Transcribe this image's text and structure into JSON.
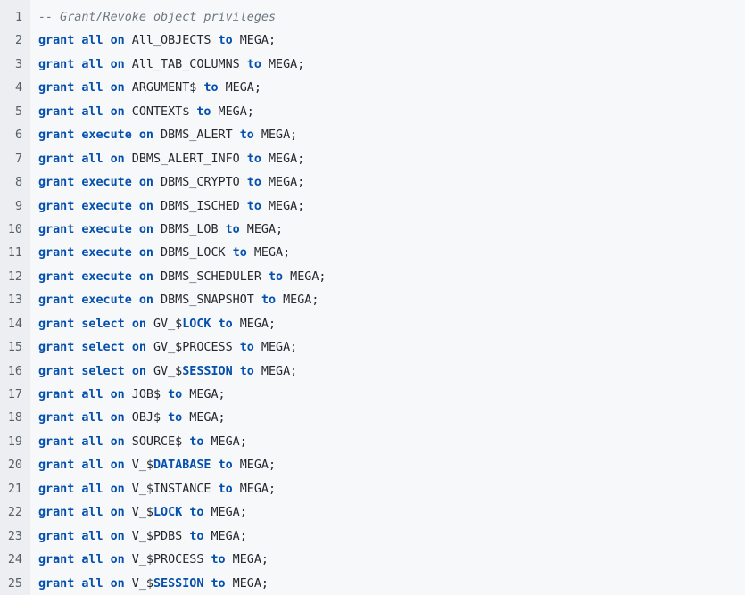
{
  "lines": [
    {
      "n": "1",
      "tokens": [
        {
          "c": "comment",
          "t": "-- Grant/Revoke object privileges"
        }
      ]
    },
    {
      "n": "2",
      "tokens": [
        {
          "c": "kw",
          "t": "grant"
        },
        {
          "c": "id",
          "t": " "
        },
        {
          "c": "kw",
          "t": "all"
        },
        {
          "c": "id",
          "t": " "
        },
        {
          "c": "kw",
          "t": "on"
        },
        {
          "c": "id",
          "t": " All_OBJECTS "
        },
        {
          "c": "kw",
          "t": "to"
        },
        {
          "c": "id",
          "t": " MEGA;"
        }
      ]
    },
    {
      "n": "3",
      "tokens": [
        {
          "c": "kw",
          "t": "grant"
        },
        {
          "c": "id",
          "t": " "
        },
        {
          "c": "kw",
          "t": "all"
        },
        {
          "c": "id",
          "t": " "
        },
        {
          "c": "kw",
          "t": "on"
        },
        {
          "c": "id",
          "t": " All_TAB_COLUMNS "
        },
        {
          "c": "kw",
          "t": "to"
        },
        {
          "c": "id",
          "t": " MEGA;"
        }
      ]
    },
    {
      "n": "4",
      "tokens": [
        {
          "c": "kw",
          "t": "grant"
        },
        {
          "c": "id",
          "t": " "
        },
        {
          "c": "kw",
          "t": "all"
        },
        {
          "c": "id",
          "t": " "
        },
        {
          "c": "kw",
          "t": "on"
        },
        {
          "c": "id",
          "t": " ARGUMENT$ "
        },
        {
          "c": "kw",
          "t": "to"
        },
        {
          "c": "id",
          "t": " MEGA;"
        }
      ]
    },
    {
      "n": "5",
      "tokens": [
        {
          "c": "kw",
          "t": "grant"
        },
        {
          "c": "id",
          "t": " "
        },
        {
          "c": "kw",
          "t": "all"
        },
        {
          "c": "id",
          "t": " "
        },
        {
          "c": "kw",
          "t": "on"
        },
        {
          "c": "id",
          "t": " CONTEXT$ "
        },
        {
          "c": "kw",
          "t": "to"
        },
        {
          "c": "id",
          "t": " MEGA;"
        }
      ]
    },
    {
      "n": "6",
      "tokens": [
        {
          "c": "kw",
          "t": "grant"
        },
        {
          "c": "id",
          "t": " "
        },
        {
          "c": "kw",
          "t": "execute"
        },
        {
          "c": "id",
          "t": " "
        },
        {
          "c": "kw",
          "t": "on"
        },
        {
          "c": "id",
          "t": " DBMS_ALERT "
        },
        {
          "c": "kw",
          "t": "to"
        },
        {
          "c": "id",
          "t": " MEGA;"
        }
      ]
    },
    {
      "n": "7",
      "tokens": [
        {
          "c": "kw",
          "t": "grant"
        },
        {
          "c": "id",
          "t": " "
        },
        {
          "c": "kw",
          "t": "all"
        },
        {
          "c": "id",
          "t": " "
        },
        {
          "c": "kw",
          "t": "on"
        },
        {
          "c": "id",
          "t": " DBMS_ALERT_INFO "
        },
        {
          "c": "kw",
          "t": "to"
        },
        {
          "c": "id",
          "t": " MEGA;"
        }
      ]
    },
    {
      "n": "8",
      "tokens": [
        {
          "c": "kw",
          "t": "grant"
        },
        {
          "c": "id",
          "t": " "
        },
        {
          "c": "kw",
          "t": "execute"
        },
        {
          "c": "id",
          "t": " "
        },
        {
          "c": "kw",
          "t": "on"
        },
        {
          "c": "id",
          "t": " DBMS_CRYPTO "
        },
        {
          "c": "kw",
          "t": "to"
        },
        {
          "c": "id",
          "t": " MEGA;"
        }
      ]
    },
    {
      "n": "9",
      "tokens": [
        {
          "c": "kw",
          "t": "grant"
        },
        {
          "c": "id",
          "t": " "
        },
        {
          "c": "kw",
          "t": "execute"
        },
        {
          "c": "id",
          "t": " "
        },
        {
          "c": "kw",
          "t": "on"
        },
        {
          "c": "id",
          "t": " DBMS_ISCHED "
        },
        {
          "c": "kw",
          "t": "to"
        },
        {
          "c": "id",
          "t": " MEGA;"
        }
      ]
    },
    {
      "n": "10",
      "tokens": [
        {
          "c": "kw",
          "t": "grant"
        },
        {
          "c": "id",
          "t": " "
        },
        {
          "c": "kw",
          "t": "execute"
        },
        {
          "c": "id",
          "t": " "
        },
        {
          "c": "kw",
          "t": "on"
        },
        {
          "c": "id",
          "t": " DBMS_LOB "
        },
        {
          "c": "kw",
          "t": "to"
        },
        {
          "c": "id",
          "t": " MEGA;"
        }
      ]
    },
    {
      "n": "11",
      "tokens": [
        {
          "c": "kw",
          "t": "grant"
        },
        {
          "c": "id",
          "t": " "
        },
        {
          "c": "kw",
          "t": "execute"
        },
        {
          "c": "id",
          "t": " "
        },
        {
          "c": "kw",
          "t": "on"
        },
        {
          "c": "id",
          "t": " DBMS_LOCK "
        },
        {
          "c": "kw",
          "t": "to"
        },
        {
          "c": "id",
          "t": " MEGA;"
        }
      ]
    },
    {
      "n": "12",
      "tokens": [
        {
          "c": "kw",
          "t": "grant"
        },
        {
          "c": "id",
          "t": " "
        },
        {
          "c": "kw",
          "t": "execute"
        },
        {
          "c": "id",
          "t": " "
        },
        {
          "c": "kw",
          "t": "on"
        },
        {
          "c": "id",
          "t": " DBMS_SCHEDULER "
        },
        {
          "c": "kw",
          "t": "to"
        },
        {
          "c": "id",
          "t": " MEGA;"
        }
      ]
    },
    {
      "n": "13",
      "tokens": [
        {
          "c": "kw",
          "t": "grant"
        },
        {
          "c": "id",
          "t": " "
        },
        {
          "c": "kw",
          "t": "execute"
        },
        {
          "c": "id",
          "t": " "
        },
        {
          "c": "kw",
          "t": "on"
        },
        {
          "c": "id",
          "t": " DBMS_SNAPSHOT "
        },
        {
          "c": "kw",
          "t": "to"
        },
        {
          "c": "id",
          "t": " MEGA;"
        }
      ]
    },
    {
      "n": "14",
      "tokens": [
        {
          "c": "kw",
          "t": "grant"
        },
        {
          "c": "id",
          "t": " "
        },
        {
          "c": "kw",
          "t": "select"
        },
        {
          "c": "id",
          "t": " "
        },
        {
          "c": "kw",
          "t": "on"
        },
        {
          "c": "id",
          "t": " GV_$"
        },
        {
          "c": "kw",
          "t": "LOCK"
        },
        {
          "c": "id",
          "t": " "
        },
        {
          "c": "kw",
          "t": "to"
        },
        {
          "c": "id",
          "t": " MEGA;"
        }
      ]
    },
    {
      "n": "15",
      "tokens": [
        {
          "c": "kw",
          "t": "grant"
        },
        {
          "c": "id",
          "t": " "
        },
        {
          "c": "kw",
          "t": "select"
        },
        {
          "c": "id",
          "t": " "
        },
        {
          "c": "kw",
          "t": "on"
        },
        {
          "c": "id",
          "t": " GV_$PROCESS "
        },
        {
          "c": "kw",
          "t": "to"
        },
        {
          "c": "id",
          "t": " MEGA;"
        }
      ]
    },
    {
      "n": "16",
      "tokens": [
        {
          "c": "kw",
          "t": "grant"
        },
        {
          "c": "id",
          "t": " "
        },
        {
          "c": "kw",
          "t": "select"
        },
        {
          "c": "id",
          "t": " "
        },
        {
          "c": "kw",
          "t": "on"
        },
        {
          "c": "id",
          "t": " GV_$"
        },
        {
          "c": "kw",
          "t": "SESSION"
        },
        {
          "c": "id",
          "t": " "
        },
        {
          "c": "kw",
          "t": "to"
        },
        {
          "c": "id",
          "t": " MEGA;"
        }
      ]
    },
    {
      "n": "17",
      "tokens": [
        {
          "c": "kw",
          "t": "grant"
        },
        {
          "c": "id",
          "t": " "
        },
        {
          "c": "kw",
          "t": "all"
        },
        {
          "c": "id",
          "t": " "
        },
        {
          "c": "kw",
          "t": "on"
        },
        {
          "c": "id",
          "t": " JOB$ "
        },
        {
          "c": "kw",
          "t": "to"
        },
        {
          "c": "id",
          "t": " MEGA;"
        }
      ]
    },
    {
      "n": "18",
      "tokens": [
        {
          "c": "kw",
          "t": "grant"
        },
        {
          "c": "id",
          "t": " "
        },
        {
          "c": "kw",
          "t": "all"
        },
        {
          "c": "id",
          "t": " "
        },
        {
          "c": "kw",
          "t": "on"
        },
        {
          "c": "id",
          "t": " OBJ$ "
        },
        {
          "c": "kw",
          "t": "to"
        },
        {
          "c": "id",
          "t": " MEGA;"
        }
      ]
    },
    {
      "n": "19",
      "tokens": [
        {
          "c": "kw",
          "t": "grant"
        },
        {
          "c": "id",
          "t": " "
        },
        {
          "c": "kw",
          "t": "all"
        },
        {
          "c": "id",
          "t": " "
        },
        {
          "c": "kw",
          "t": "on"
        },
        {
          "c": "id",
          "t": " SOURCE$ "
        },
        {
          "c": "kw",
          "t": "to"
        },
        {
          "c": "id",
          "t": " MEGA;"
        }
      ]
    },
    {
      "n": "20",
      "tokens": [
        {
          "c": "kw",
          "t": "grant"
        },
        {
          "c": "id",
          "t": " "
        },
        {
          "c": "kw",
          "t": "all"
        },
        {
          "c": "id",
          "t": " "
        },
        {
          "c": "kw",
          "t": "on"
        },
        {
          "c": "id",
          "t": " V_$"
        },
        {
          "c": "kw",
          "t": "DATABASE"
        },
        {
          "c": "id",
          "t": " "
        },
        {
          "c": "kw",
          "t": "to"
        },
        {
          "c": "id",
          "t": " MEGA;"
        }
      ]
    },
    {
      "n": "21",
      "tokens": [
        {
          "c": "kw",
          "t": "grant"
        },
        {
          "c": "id",
          "t": " "
        },
        {
          "c": "kw",
          "t": "all"
        },
        {
          "c": "id",
          "t": " "
        },
        {
          "c": "kw",
          "t": "on"
        },
        {
          "c": "id",
          "t": " V_$INSTANCE "
        },
        {
          "c": "kw",
          "t": "to"
        },
        {
          "c": "id",
          "t": " MEGA;"
        }
      ]
    },
    {
      "n": "22",
      "tokens": [
        {
          "c": "kw",
          "t": "grant"
        },
        {
          "c": "id",
          "t": " "
        },
        {
          "c": "kw",
          "t": "all"
        },
        {
          "c": "id",
          "t": " "
        },
        {
          "c": "kw",
          "t": "on"
        },
        {
          "c": "id",
          "t": " V_$"
        },
        {
          "c": "kw",
          "t": "LOCK"
        },
        {
          "c": "id",
          "t": " "
        },
        {
          "c": "kw",
          "t": "to"
        },
        {
          "c": "id",
          "t": " MEGA;"
        }
      ]
    },
    {
      "n": "23",
      "tokens": [
        {
          "c": "kw",
          "t": "grant"
        },
        {
          "c": "id",
          "t": " "
        },
        {
          "c": "kw",
          "t": "all"
        },
        {
          "c": "id",
          "t": " "
        },
        {
          "c": "kw",
          "t": "on"
        },
        {
          "c": "id",
          "t": " V_$PDBS "
        },
        {
          "c": "kw",
          "t": "to"
        },
        {
          "c": "id",
          "t": " MEGA;"
        }
      ]
    },
    {
      "n": "24",
      "tokens": [
        {
          "c": "kw",
          "t": "grant"
        },
        {
          "c": "id",
          "t": " "
        },
        {
          "c": "kw",
          "t": "all"
        },
        {
          "c": "id",
          "t": " "
        },
        {
          "c": "kw",
          "t": "on"
        },
        {
          "c": "id",
          "t": " V_$PROCESS "
        },
        {
          "c": "kw",
          "t": "to"
        },
        {
          "c": "id",
          "t": " MEGA;"
        }
      ]
    },
    {
      "n": "25",
      "tokens": [
        {
          "c": "kw",
          "t": "grant"
        },
        {
          "c": "id",
          "t": " "
        },
        {
          "c": "kw",
          "t": "all"
        },
        {
          "c": "id",
          "t": " "
        },
        {
          "c": "kw",
          "t": "on"
        },
        {
          "c": "id",
          "t": " V_$"
        },
        {
          "c": "kw",
          "t": "SESSION"
        },
        {
          "c": "id",
          "t": " "
        },
        {
          "c": "kw",
          "t": "to"
        },
        {
          "c": "id",
          "t": " MEGA;"
        }
      ]
    }
  ]
}
